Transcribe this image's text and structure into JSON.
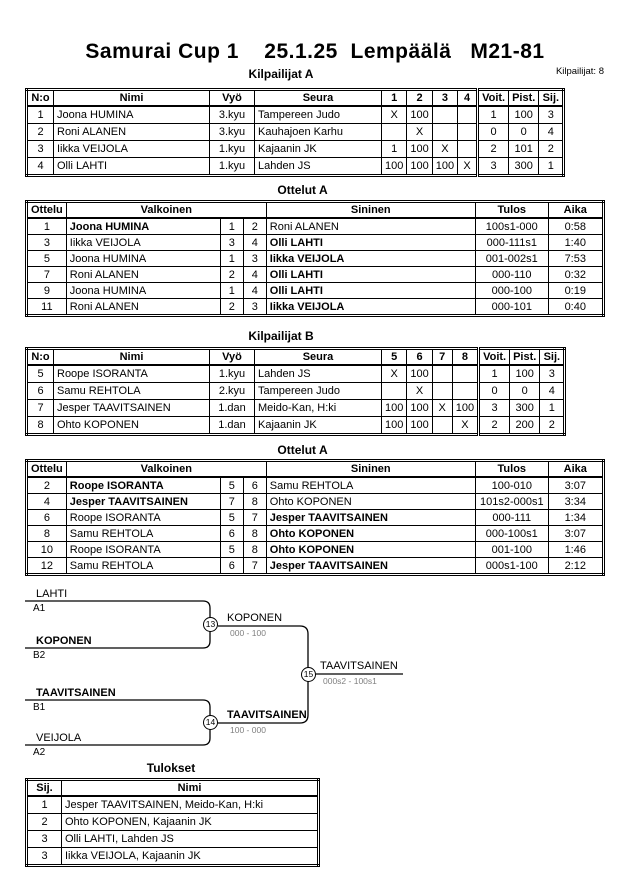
{
  "page": {
    "title": "Samurai Cup 1    25.1.25  Lempäälä   M21-81",
    "competitors_note": "Kilpailijat: 8"
  },
  "kilpA": {
    "title": "Kilpailijat A",
    "headers": {
      "no": "N:o",
      "nimi": "Nimi",
      "vyo": "Vyö",
      "seura": "Seura",
      "c1": "1",
      "c2": "2",
      "c3": "3",
      "c4": "4",
      "voit": "Voit.",
      "pist": "Pist.",
      "sij": "Sij."
    },
    "rows": [
      {
        "no": "1",
        "nimi": "Joona HUMINA",
        "vyo": "3.kyu",
        "seura": "Tampereen Judo",
        "c1": "X",
        "c2": "100",
        "c3": "",
        "c4": "",
        "voit": "1",
        "pist": "100",
        "sij": "3"
      },
      {
        "no": "2",
        "nimi": "Roni ALANEN",
        "vyo": "3.kyu",
        "seura": "Kauhajoen Karhu",
        "c1": "",
        "c2": "X",
        "c3": "",
        "c4": "",
        "voit": "0",
        "pist": "0",
        "sij": "4"
      },
      {
        "no": "3",
        "nimi": "Iikka VEIJOLA",
        "vyo": "1.kyu",
        "seura": "Kajaanin JK",
        "c1": "1",
        "c2": "100",
        "c3": "X",
        "c4": "",
        "voit": "2",
        "pist": "101",
        "sij": "2"
      },
      {
        "no": "4",
        "nimi": "Olli LAHTI",
        "vyo": "1.kyu",
        "seura": "Lahden JS",
        "c1": "100",
        "c2": "100",
        "c3": "100",
        "c4": "X",
        "voit": "3",
        "pist": "300",
        "sij": "1"
      }
    ]
  },
  "ottelut1": {
    "title": "Ottelut A",
    "headers": {
      "ottelu": "Ottelu",
      "valkoinen": "Valkoinen",
      "sininen": "Sininen",
      "tulos": "Tulos",
      "aika": "Aika"
    },
    "rows": [
      {
        "no": "1",
        "white": "Joona HUMINA",
        "white_bold": true,
        "wno": "1",
        "bno": "2",
        "blue": "Roni ALANEN",
        "blue_bold": false,
        "tulos": "100s1-000",
        "aika": "0:58"
      },
      {
        "no": "3",
        "white": "Iikka VEIJOLA",
        "white_bold": false,
        "wno": "3",
        "bno": "4",
        "blue": "Olli LAHTI",
        "blue_bold": true,
        "tulos": "000-111s1",
        "aika": "1:40"
      },
      {
        "no": "5",
        "white": "Joona HUMINA",
        "white_bold": false,
        "wno": "1",
        "bno": "3",
        "blue": "Iikka VEIJOLA",
        "blue_bold": true,
        "tulos": "001-002s1",
        "aika": "7:53"
      },
      {
        "no": "7",
        "white": "Roni ALANEN",
        "white_bold": false,
        "wno": "2",
        "bno": "4",
        "blue": "Olli LAHTI",
        "blue_bold": true,
        "tulos": "000-110",
        "aika": "0:32"
      },
      {
        "no": "9",
        "white": "Joona HUMINA",
        "white_bold": false,
        "wno": "1",
        "bno": "4",
        "blue": "Olli LAHTI",
        "blue_bold": true,
        "tulos": "000-100",
        "aika": "0:19"
      },
      {
        "no": "11",
        "white": "Roni ALANEN",
        "white_bold": false,
        "wno": "2",
        "bno": "3",
        "blue": "Iikka VEIJOLA",
        "blue_bold": true,
        "tulos": "000-101",
        "aika": "0:40"
      }
    ]
  },
  "kilpB": {
    "title": "Kilpailijat B",
    "headers": {
      "no": "N:o",
      "nimi": "Nimi",
      "vyo": "Vyö",
      "seura": "Seura",
      "c1": "5",
      "c2": "6",
      "c3": "7",
      "c4": "8",
      "voit": "Voit.",
      "pist": "Pist.",
      "sij": "Sij."
    },
    "rows": [
      {
        "no": "5",
        "nimi": "Roope ISORANTA",
        "vyo": "1.kyu",
        "seura": "Lahden JS",
        "c1": "X",
        "c2": "100",
        "c3": "",
        "c4": "",
        "voit": "1",
        "pist": "100",
        "sij": "3"
      },
      {
        "no": "6",
        "nimi": "Samu REHTOLA",
        "vyo": "2.kyu",
        "seura": "Tampereen Judo",
        "c1": "",
        "c2": "X",
        "c3": "",
        "c4": "",
        "voit": "0",
        "pist": "0",
        "sij": "4"
      },
      {
        "no": "7",
        "nimi": "Jesper TAAVITSAINEN",
        "vyo": "1.dan",
        "seura": "Meido-Kan, H:ki",
        "c1": "100",
        "c2": "100",
        "c3": "X",
        "c4": "100",
        "voit": "3",
        "pist": "300",
        "sij": "1"
      },
      {
        "no": "8",
        "nimi": "Ohto KOPONEN",
        "vyo": "1.dan",
        "seura": "Kajaanin JK",
        "c1": "100",
        "c2": "100",
        "c3": "",
        "c4": "X",
        "voit": "2",
        "pist": "200",
        "sij": "2"
      }
    ]
  },
  "ottelut2": {
    "title": "Ottelut A",
    "headers": {
      "ottelu": "Ottelu",
      "valkoinen": "Valkoinen",
      "sininen": "Sininen",
      "tulos": "Tulos",
      "aika": "Aika"
    },
    "rows": [
      {
        "no": "2",
        "white": "Roope ISORANTA",
        "white_bold": true,
        "wno": "5",
        "bno": "6",
        "blue": "Samu REHTOLA",
        "blue_bold": false,
        "tulos": "100-010",
        "aika": "3:07"
      },
      {
        "no": "4",
        "white": "Jesper TAAVITSAINEN",
        "white_bold": true,
        "wno": "7",
        "bno": "8",
        "blue": "Ohto KOPONEN",
        "blue_bold": false,
        "tulos": "101s2-000s1",
        "aika": "3:34"
      },
      {
        "no": "6",
        "white": "Roope ISORANTA",
        "white_bold": false,
        "wno": "5",
        "bno": "7",
        "blue": "Jesper TAAVITSAINEN",
        "blue_bold": true,
        "tulos": "000-111",
        "aika": "1:34"
      },
      {
        "no": "8",
        "white": "Samu REHTOLA",
        "white_bold": false,
        "wno": "6",
        "bno": "8",
        "blue": "Ohto KOPONEN",
        "blue_bold": true,
        "tulos": "000-100s1",
        "aika": "3:07"
      },
      {
        "no": "10",
        "white": "Roope ISORANTA",
        "white_bold": false,
        "wno": "5",
        "bno": "8",
        "blue": "Ohto KOPONEN",
        "blue_bold": true,
        "tulos": "001-100",
        "aika": "1:46"
      },
      {
        "no": "12",
        "white": "Samu REHTOLA",
        "white_bold": false,
        "wno": "6",
        "bno": "7",
        "blue": "Jesper TAAVITSAINEN",
        "blue_bold": true,
        "tulos": "000s1-100",
        "aika": "2:12"
      }
    ]
  },
  "bracket": {
    "seed_a1": {
      "name": "LAHTI",
      "tag": "A1",
      "bold": false
    },
    "seed_b2": {
      "name": "KOPONEN",
      "tag": "B2",
      "bold": true
    },
    "seed_b1": {
      "name": "TAAVITSAINEN",
      "tag": "B1",
      "bold": true
    },
    "seed_a2": {
      "name": "VEIJOLA",
      "tag": "A2",
      "bold": false
    },
    "match13": {
      "number": "13",
      "winner": "KOPONEN",
      "score": "000 - 100",
      "bold": false
    },
    "match14": {
      "number": "14",
      "winner": "TAAVITSAINEN",
      "score": "100 - 000",
      "bold": true
    },
    "match15": {
      "number": "15",
      "winner": "TAAVITSAINEN",
      "score": "000s2 - 100s1",
      "bold": false
    }
  },
  "tulokset": {
    "title": "Tulokset",
    "headers": {
      "sij": "Sij.",
      "nimi": "Nimi"
    },
    "rows": [
      {
        "sij": "1",
        "nimi": "Jesper TAAVITSAINEN, Meido-Kan, H:ki"
      },
      {
        "sij": "2",
        "nimi": "Ohto KOPONEN, Kajaanin JK"
      },
      {
        "sij": "3",
        "nimi": "Olli LAHTI, Lahden JS"
      },
      {
        "sij": "3",
        "nimi": "Iikka VEIJOLA, Kajaanin JK"
      }
    ]
  }
}
